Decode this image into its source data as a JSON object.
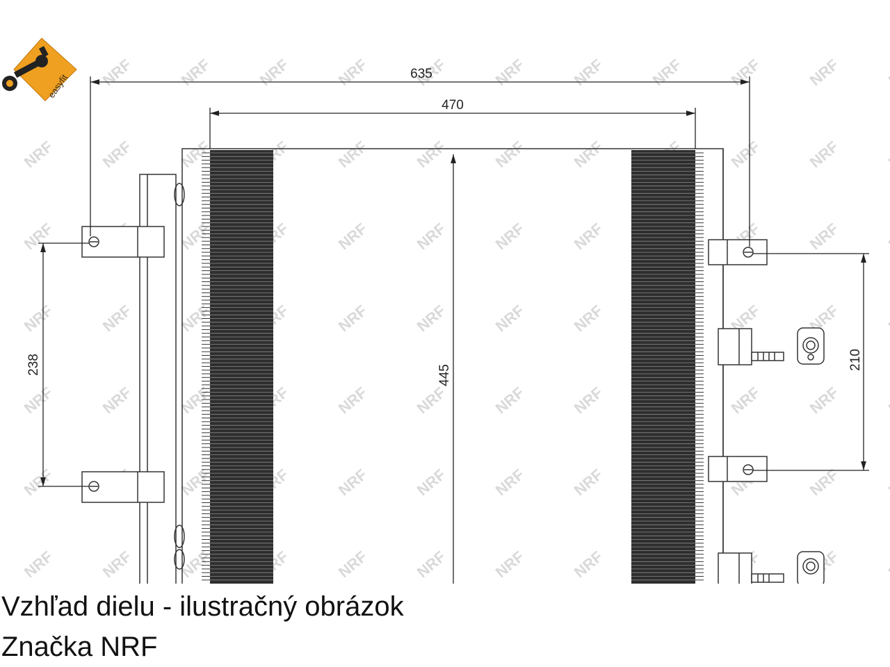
{
  "logo": {
    "text": "easyfit",
    "icon": "wrench-icon",
    "color": "#f0a020"
  },
  "watermark": {
    "text": "NRF",
    "color": "#d9d9d9"
  },
  "dimensions": {
    "overall_width": "635",
    "core_width": "470",
    "height": "445",
    "left_bracket_spacing": "238",
    "right_bracket_spacing": "210"
  },
  "caption": {
    "line1": "Vzhľad dielu - ilustračný obrázok",
    "line2": "Značka NRF"
  }
}
